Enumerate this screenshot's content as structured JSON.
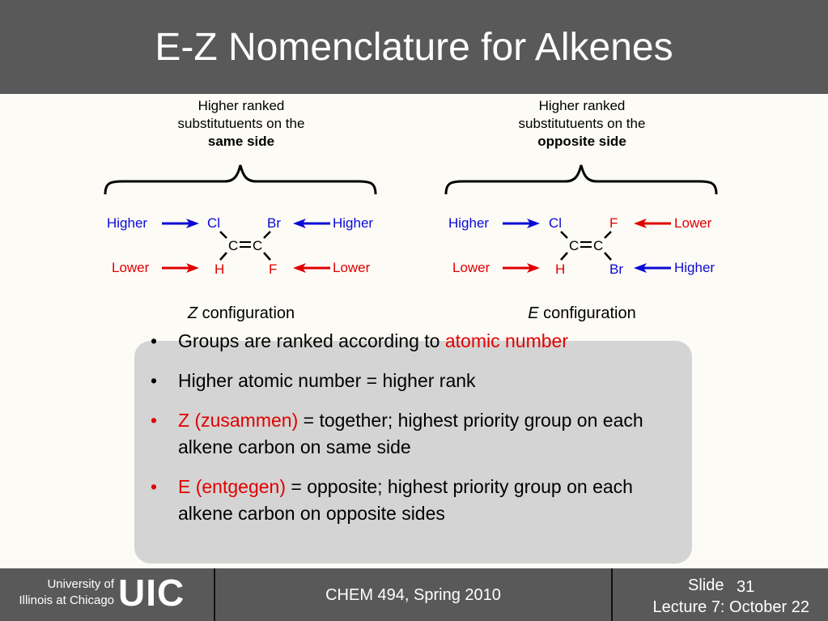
{
  "slide": {
    "title": "E-Z Nomenclature for Alkenes"
  },
  "diagrams": {
    "left": {
      "caption_line1": "Higher ranked",
      "caption_line2": "substitutuents on the",
      "caption_bold": "same side",
      "top_left_rank": "Higher",
      "top_left_atom": "Cl",
      "top_right_atom": "Br",
      "top_right_rank": "Higher",
      "carbon_left": "C",
      "carbon_right": "C",
      "bottom_left_rank": "Lower",
      "bottom_left_atom": "H",
      "bottom_right_atom": "F",
      "bottom_right_rank": "Lower",
      "config_letter": "Z",
      "config_word": " configuration"
    },
    "right": {
      "caption_line1": "Higher ranked",
      "caption_line2": "substitutuents on the",
      "caption_bold": "opposite side",
      "top_left_rank": "Higher",
      "top_left_atom": "Cl",
      "top_right_atom": "F",
      "top_right_rank": "Lower",
      "carbon_left": "C",
      "carbon_right": "C",
      "bottom_left_rank": "Lower",
      "bottom_left_atom": "H",
      "bottom_right_atom": "Br",
      "bottom_right_rank": "Higher",
      "config_letter": "E",
      "config_word": " configuration"
    }
  },
  "bullets": [
    {
      "marker": "•",
      "pre": "Groups are ranked according to ",
      "highlight": "atomic number",
      "post": ""
    },
    {
      "marker": "•",
      "pre": "Higher atomic number = higher rank",
      "highlight": "",
      "post": ""
    },
    {
      "marker": "•",
      "pre": "",
      "highlight": "Z (zusammen)",
      "post": " = together; highest priority group on each alkene carbon on same side"
    },
    {
      "marker": "•",
      "pre": "",
      "highlight": "E (entgegen)",
      "post": " = opposite; highest priority group on each alkene carbon on opposite sides"
    }
  ],
  "footer": {
    "university_line1": "University of",
    "university_line2": "Illinois at Chicago",
    "logo_text": "UIC",
    "course": "CHEM 494, Spring 2010",
    "slide_label": "Slide",
    "slide_number": "31",
    "lecture": "Lecture 7: October 22"
  },
  "colors": {
    "header_bg": "#595959",
    "higher_blue": "#0a0ad6",
    "lower_red": "#e00000",
    "highlight_red": "#e00000",
    "box_bg": "#d4d4d4"
  }
}
